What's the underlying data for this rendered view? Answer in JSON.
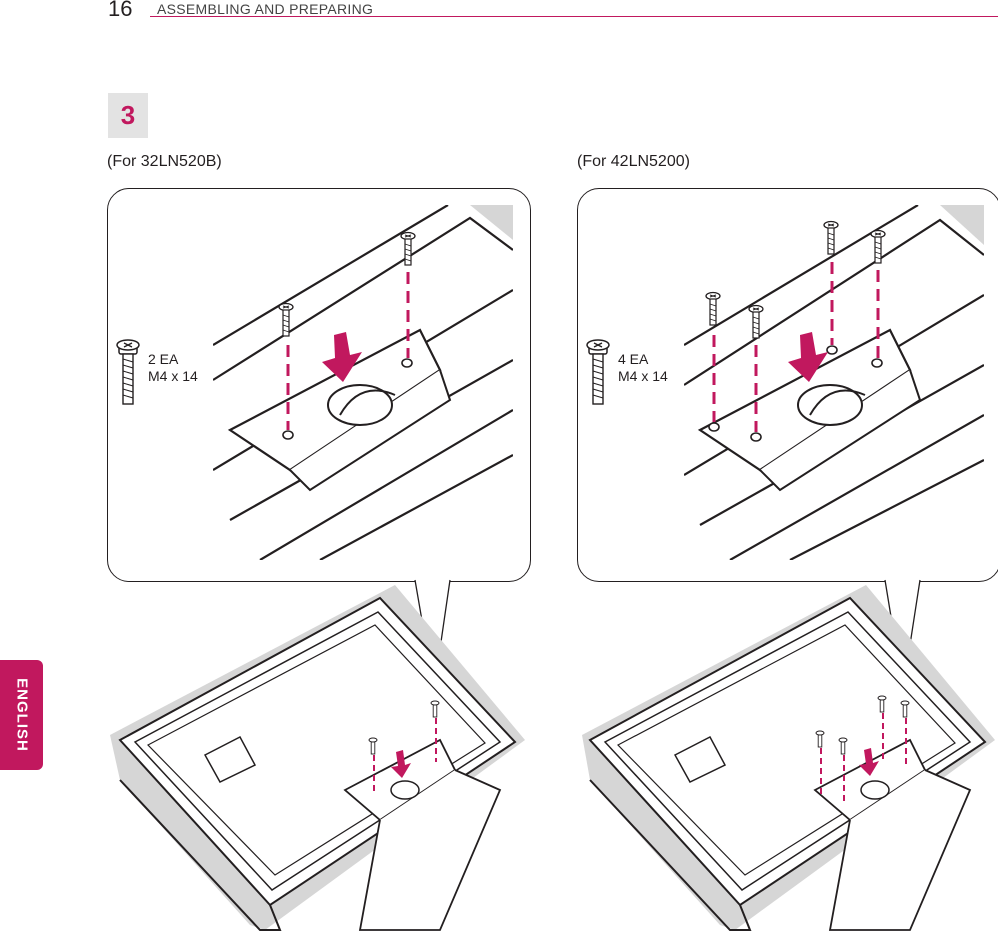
{
  "header": {
    "page_number": "16",
    "section_title": "ASSEMBLING AND PREPARING"
  },
  "step": {
    "number": "3"
  },
  "side_tab": {
    "language": "ENGLISH"
  },
  "panels": [
    {
      "caption": "(For 32LN520B)",
      "screw_qty": "2 EA",
      "screw_size": "M4 x 14"
    },
    {
      "caption": "(For 42LN5200)",
      "screw_qty": "4 EA",
      "screw_size": "M4 x 14"
    }
  ],
  "colors": {
    "accent": "#c1185e",
    "line": "#231f20",
    "gray": "#d6d6d6"
  }
}
